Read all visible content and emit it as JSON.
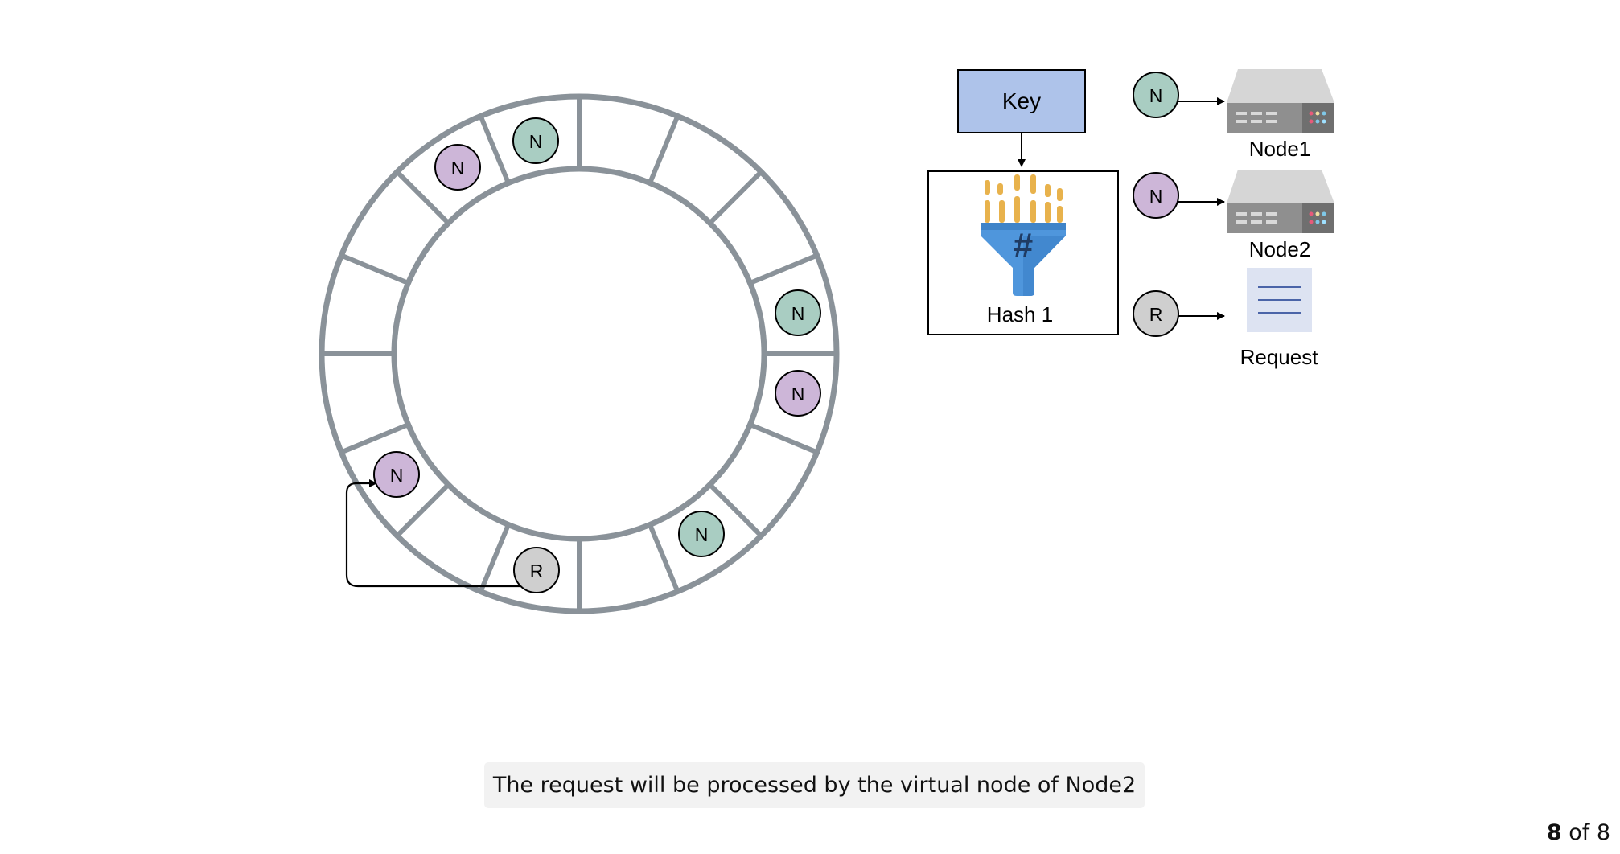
{
  "ring": {
    "node_marker": "N",
    "request_marker": "R"
  },
  "colors": {
    "ring": "#8a9299",
    "node1": "#a9cdc2",
    "node2": "#cdb6d8",
    "request": "#cfcfcf",
    "key_box": "#aec3ea",
    "server_body": "#8f8f8f",
    "document_bg": "#dde3f2"
  },
  "legend": {
    "key_label": "Key",
    "hash_label": "Hash 1",
    "hash_icon": "funnel-hash-icon",
    "node1": {
      "marker": "N",
      "label": "Node1",
      "icon": "server-icon"
    },
    "node2": {
      "marker": "N",
      "label": "Node2",
      "icon": "server-icon"
    },
    "request": {
      "marker": "R",
      "label": "Request",
      "icon": "document-icon"
    }
  },
  "caption": "The request will be processed by the virtual node of Node2",
  "pagination": {
    "current": "8",
    "suffix": " of 8"
  }
}
